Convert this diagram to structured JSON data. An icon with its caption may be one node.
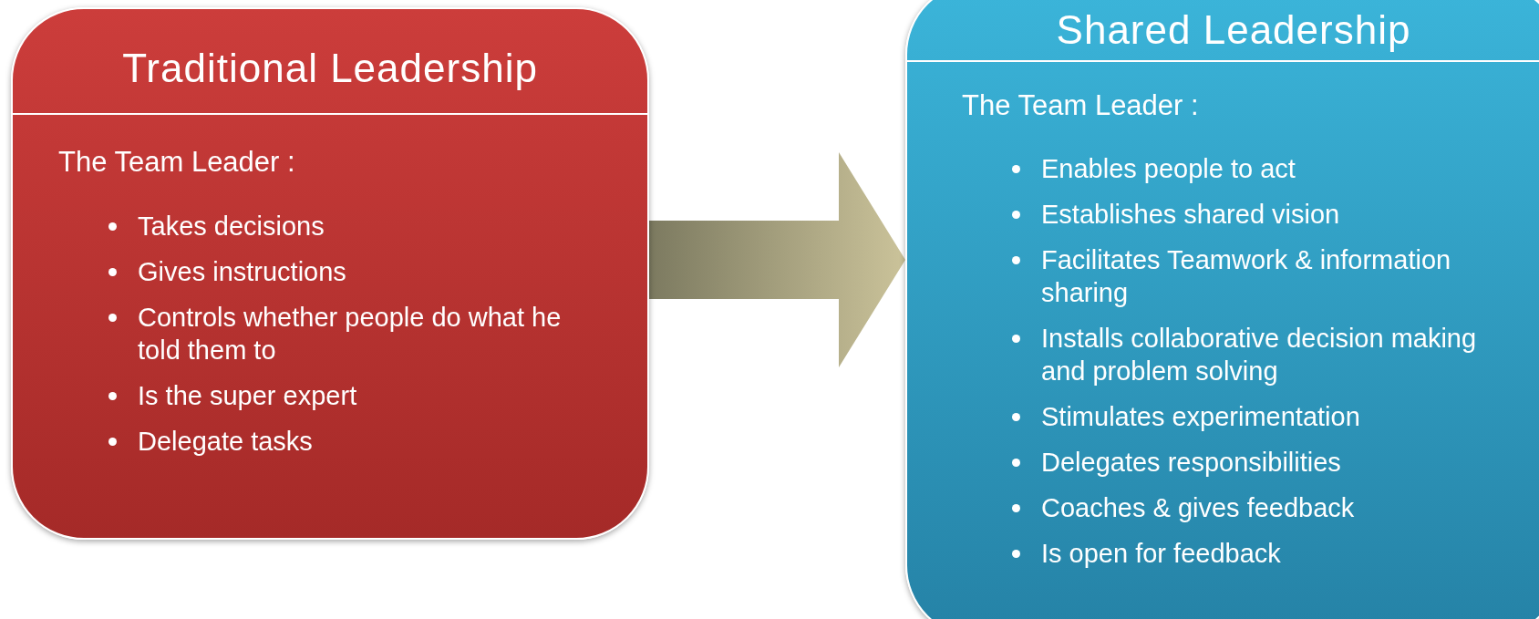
{
  "diagram": {
    "nodes": [
      {
        "text": [
          "Traditional Leadership",
          "The Team Leader :",
          "Takes decisions",
          "Gives instructions",
          "Controls whether people do what he told them to",
          "Is the super expert",
          "Delegate tasks"
        ]
      },
      {
        "text": [
          "Shared Leadership",
          "The Team Leader :",
          "Enables people to act",
          "Establishes shared vision",
          "Facilitates Teamwork & information sharing",
          "Installs collaborative decision making and problem solving",
          "Stimulates experimentation",
          "Delegates responsibilities",
          "Coaches & gives feedback",
          "Is open for feedback"
        ]
      }
    ],
    "edges": [
      {
        "from": 0,
        "to": 1,
        "arrow": "to",
        "style": "thick"
      }
    ]
  }
}
